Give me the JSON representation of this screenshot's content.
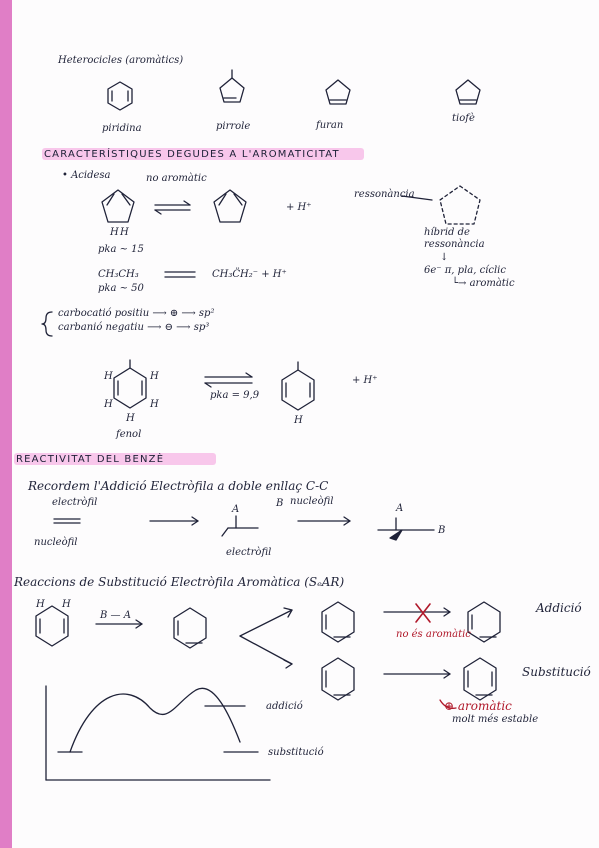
{
  "heterocycles": {
    "title": "Heterocicles (aromàtics)",
    "labels": [
      "piridina",
      "pirrole",
      "furan",
      "tiofè"
    ]
  },
  "section1": {
    "heading": "CARACTERÍSTIQUES DEGUDES A L'AROMATICITAT",
    "acidesa": "• Acidesa",
    "no_aromatic": "no aromàtic",
    "plus_h": "+ H⁺",
    "ressonancia": "ressonància",
    "hibrid": "híbrid de",
    "hibrid2": "ressonància",
    "arrow_down": "↓",
    "pi_line": "6e⁻ π, pla, cíclic",
    "aromatic_line": "└→ aromàtic",
    "pka1": "pka ~ 15",
    "ethane": "CH₃CH₃",
    "ethyl_anion": "CH₃C̈H₂⁻ + H⁺",
    "pka2": "pka ~ 50",
    "carbocatio": "carbocatió  positiu ⟶ ⊕ ⟶ sp²",
    "carbanio": "carbanió  negatiu ⟶ ⊖ ⟶ sp³",
    "fenol_pka": "pka = 9,9",
    "fenol_plus_h": "+ H⁺",
    "fenol": "fenol",
    "h": "H"
  },
  "section2": {
    "heading": "REACTIVITAT DEL BENZÈ",
    "recordem": "Recordem l'Addició Electròfila a doble enllaç C-C",
    "electrofil": "electròfil",
    "nucleofil_top": "nucleòfil",
    "nucleofil_bottom": "nucleòfil",
    "electrofil_bottom": "electròfil",
    "b_label": "B",
    "a_label": "A",
    "sear": "Reaccions de Substitució Electròfila Aromàtica (SₑAR)",
    "reagent": "B — A",
    "addicio_label": "Addició",
    "substitucio_label": "Substitució",
    "no_es_aromatic": "no és aromàtic",
    "aromatic_red": "⊕ aromàtic",
    "molt_estable": "molt més estable",
    "diagram_addicio": "addició",
    "diagram_substitucio": "substitució"
  }
}
